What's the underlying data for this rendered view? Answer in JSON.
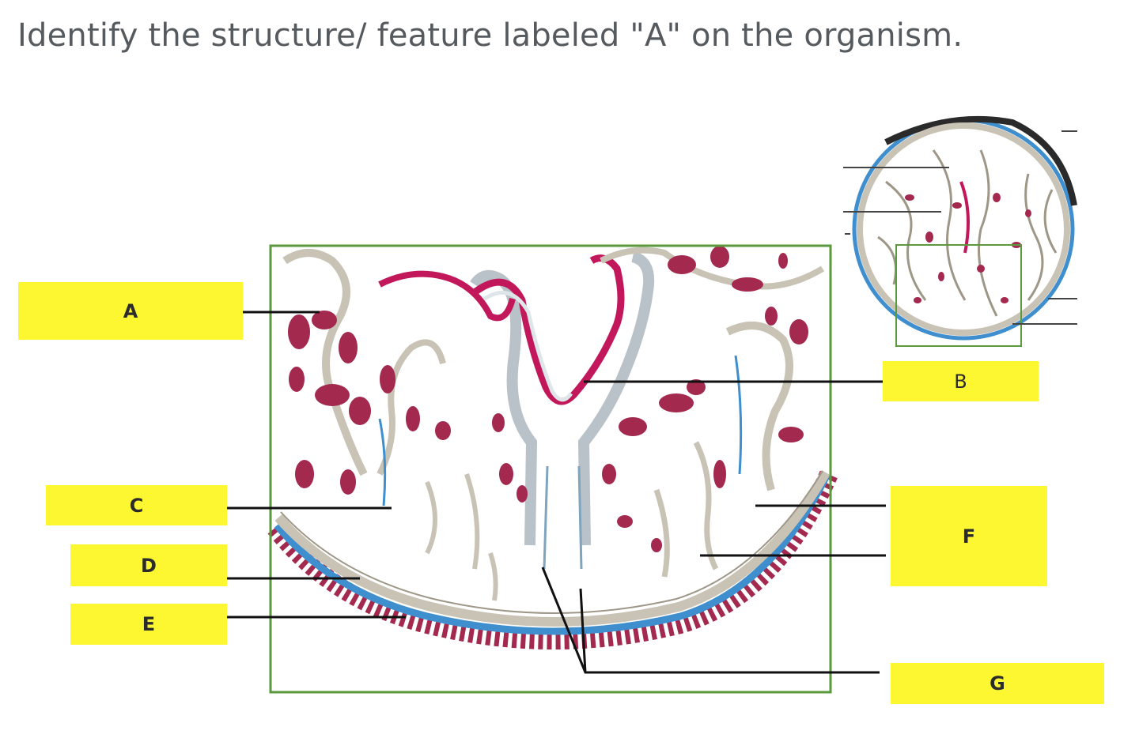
{
  "question": {
    "text": "Identify the structure/ feature labeled \"A\"  on the organism."
  },
  "labels": {
    "A": "A",
    "B": "B",
    "C": "C",
    "D": "D",
    "E": "E",
    "F": "F",
    "G": "G"
  },
  "colors": {
    "label_fill": "#fdf731",
    "inset_frame": "#5a9a3c",
    "epidermis_blue": "#3f8fcf",
    "tissue_red": "#a3294f",
    "tissue_pink": "#c2185b"
  }
}
